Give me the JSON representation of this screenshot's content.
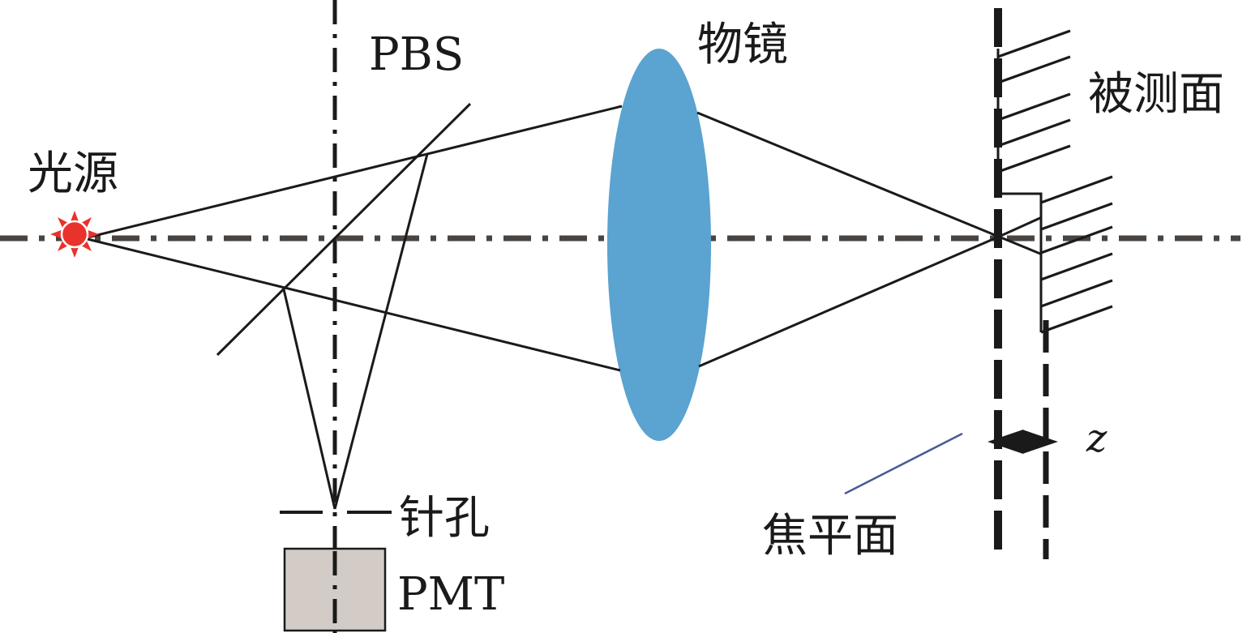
{
  "labels": {
    "light_source": "光源",
    "pbs": "PBS",
    "objective": "物镜",
    "surface": "被测面",
    "pinhole": "针孔",
    "pmt": "PMT",
    "focal_plane": "焦平面",
    "z": "z"
  },
  "colors": {
    "lens": "#5ba3d0",
    "source": "#e8322b",
    "axis": "#4a4440",
    "pmt_box": "#d3ccc6",
    "leader": "#4a5a96",
    "line": "#1a1a1a"
  }
}
